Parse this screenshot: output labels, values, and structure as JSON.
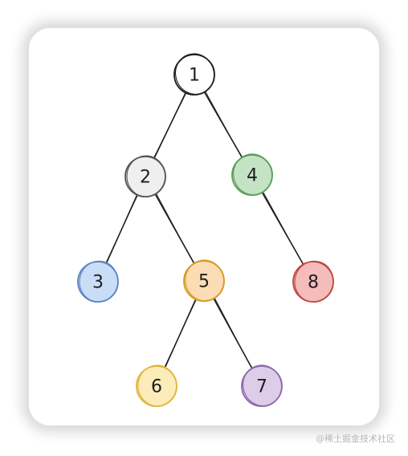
{
  "diagram": {
    "nodes": [
      {
        "id": "n1",
        "label": "1",
        "fill": "#ffffff",
        "stroke": "#1e1e1e"
      },
      {
        "id": "n2",
        "label": "2",
        "fill": "#efefef",
        "stroke": "#555555"
      },
      {
        "id": "n4",
        "label": "4",
        "fill": "#c4e3c4",
        "stroke": "#5d9b5d"
      },
      {
        "id": "n3",
        "label": "3",
        "fill": "#c9ddf6",
        "stroke": "#5e84c4"
      },
      {
        "id": "n5",
        "label": "5",
        "fill": "#fcdcb4",
        "stroke": "#d49a21"
      },
      {
        "id": "n8",
        "label": "8",
        "fill": "#f5bcbc",
        "stroke": "#c2463e"
      },
      {
        "id": "n6",
        "label": "6",
        "fill": "#fcecb9",
        "stroke": "#e0b43c"
      },
      {
        "id": "n7",
        "label": "7",
        "fill": "#ddcde9",
        "stroke": "#8a6aa9"
      }
    ],
    "edges": [
      {
        "from": "n1",
        "to": "n2"
      },
      {
        "from": "n1",
        "to": "n4"
      },
      {
        "from": "n2",
        "to": "n3"
      },
      {
        "from": "n2",
        "to": "n5"
      },
      {
        "from": "n4",
        "to": "n8"
      },
      {
        "from": "n5",
        "to": "n6"
      },
      {
        "from": "n5",
        "to": "n7"
      }
    ],
    "edge_color": "#1e1e1e"
  },
  "watermark": {
    "text": "@稀土掘金技术社区"
  }
}
